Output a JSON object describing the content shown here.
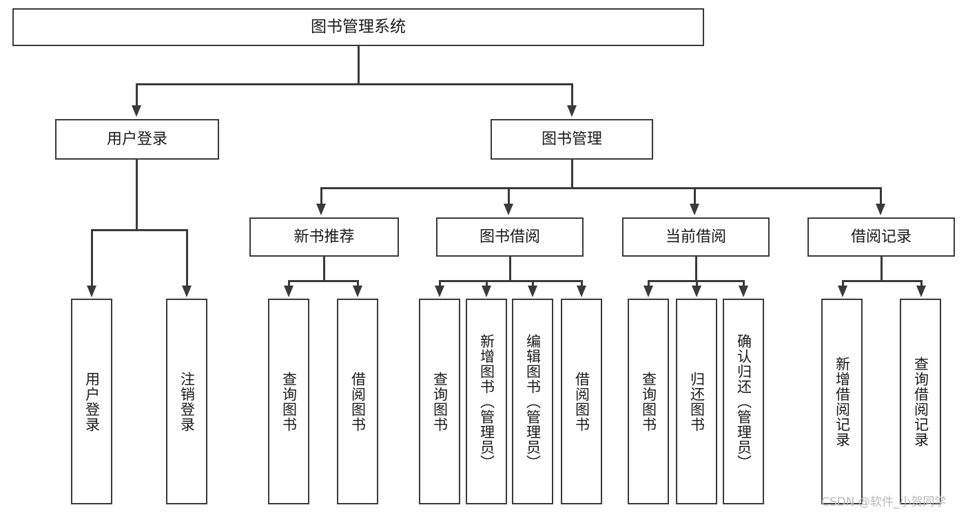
{
  "diagram": {
    "type": "tree-hierarchy",
    "title": "图书管理系统",
    "root": {
      "id": "root",
      "label": "图书管理系统"
    },
    "level2": [
      {
        "id": "user-login",
        "label": "用户登录"
      },
      {
        "id": "book-management",
        "label": "图书管理"
      }
    ],
    "level3": [
      {
        "id": "new-book-recommend",
        "label": "新书推荐",
        "parent": "book-management"
      },
      {
        "id": "book-borrow",
        "label": "图书借阅",
        "parent": "book-management"
      },
      {
        "id": "current-borrow",
        "label": "当前借阅",
        "parent": "book-management"
      },
      {
        "id": "borrow-record",
        "label": "借阅记录",
        "parent": "book-management"
      }
    ],
    "leaves": [
      {
        "id": "leaf-user-login",
        "label": "用户登录",
        "parent": "user-login"
      },
      {
        "id": "leaf-logout-login",
        "label": "注销登录",
        "parent": "user-login"
      },
      {
        "id": "leaf-query-book-1",
        "label": "查询图书",
        "parent": "new-book-recommend"
      },
      {
        "id": "leaf-borrow-book-1",
        "label": "借阅图书",
        "parent": "new-book-recommend"
      },
      {
        "id": "leaf-query-book-2",
        "label": "查询图书",
        "parent": "book-borrow"
      },
      {
        "id": "leaf-add-book",
        "label": "新增图书（管理员）",
        "parent": "book-borrow"
      },
      {
        "id": "leaf-edit-book",
        "label": "编辑图书（管理员）",
        "parent": "book-borrow"
      },
      {
        "id": "leaf-borrow-book-2",
        "label": "借阅图书",
        "parent": "book-borrow"
      },
      {
        "id": "leaf-query-book-3",
        "label": "查询图书",
        "parent": "current-borrow"
      },
      {
        "id": "leaf-return-book",
        "label": "归还图书",
        "parent": "current-borrow"
      },
      {
        "id": "leaf-confirm-return",
        "label": "确认归还（管理员）",
        "parent": "current-borrow"
      },
      {
        "id": "leaf-add-record",
        "label": "新增借阅记录",
        "parent": "borrow-record"
      },
      {
        "id": "leaf-query-record",
        "label": "查询借阅记录",
        "parent": "borrow-record"
      }
    ],
    "colors": {
      "stroke": "#3a3a3a",
      "fill": "#ffffff",
      "text": "#1a1a1a",
      "watermark": "#b9b9b9"
    }
  },
  "watermark": {
    "text": "CSDN @软件_小贺同学"
  }
}
